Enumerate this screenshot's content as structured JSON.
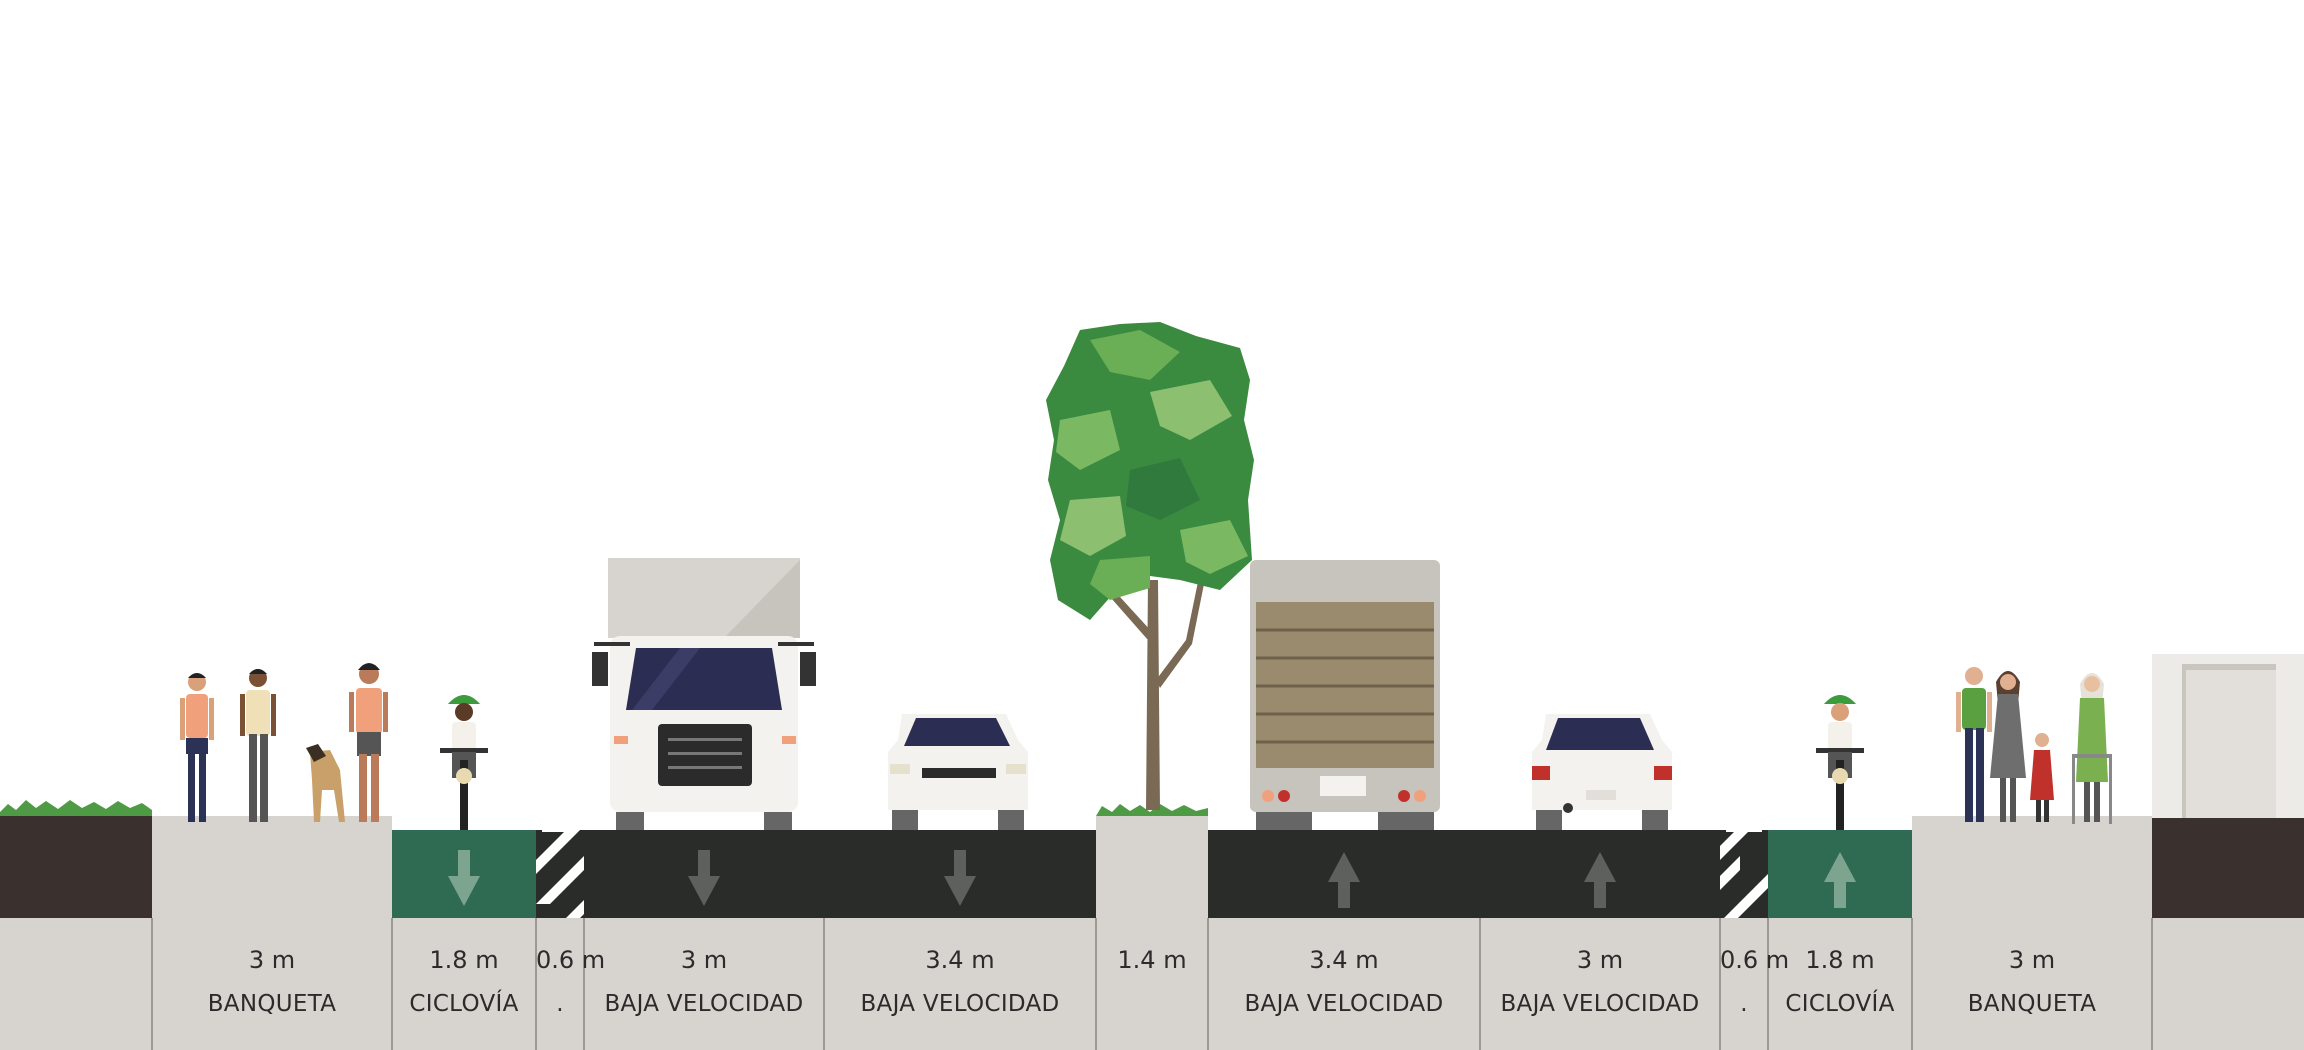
{
  "colors": {
    "pavement": "#2a2c2a",
    "bike_lane": "#2e6b52",
    "sidewalk": "#d7d3ce",
    "ground": "#3a312e",
    "divider": "#8a8580",
    "arrow": "#5e605e",
    "bike_arrow": "#7da48f",
    "label_text": "#2b2b2b"
  },
  "segments": [
    {
      "width": "",
      "name": "",
      "type": "ground-left"
    },
    {
      "width": "3 m",
      "name": "BANQUETA",
      "type": "sidewalk"
    },
    {
      "width": "1.8 m",
      "name": "CICLOVÍA",
      "type": "bike-lane",
      "direction": "down"
    },
    {
      "width": "0.6 m",
      "name": ".",
      "type": "buffer"
    },
    {
      "width": "3 m",
      "name": "BAJA VELOCIDAD",
      "type": "drive-lane",
      "direction": "down"
    },
    {
      "width": "3.4 m",
      "name": "BAJA VELOCIDAD",
      "type": "drive-lane",
      "direction": "down"
    },
    {
      "width": "1.4 m",
      "name": "",
      "type": "median"
    },
    {
      "width": "3.4 m",
      "name": "BAJA VELOCIDAD",
      "type": "drive-lane",
      "direction": "up"
    },
    {
      "width": "3 m",
      "name": "BAJA VELOCIDAD",
      "type": "drive-lane",
      "direction": "up"
    },
    {
      "width": "0.6 m",
      "name": ".",
      "type": "buffer"
    },
    {
      "width": "1.8 m",
      "name": "CICLOVÍA",
      "type": "bike-lane",
      "direction": "up"
    },
    {
      "width": "3 m",
      "name": "BANQUETA",
      "type": "sidewalk"
    },
    {
      "width": "",
      "name": "",
      "type": "ground-right"
    }
  ]
}
